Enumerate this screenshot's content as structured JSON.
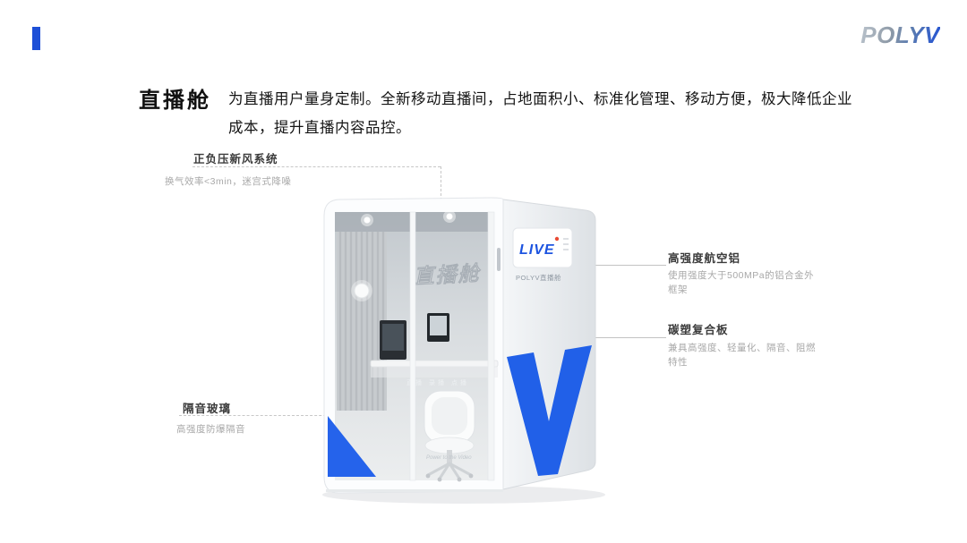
{
  "brand": {
    "logo_text": "POLYV",
    "accent_color": "#1d4fd7"
  },
  "header": {
    "title": "直播舱",
    "description": "为直播用户量身定制。全新移动直播间，占地面积小、标准化管理、移动方便，极大降低企业成本，提升直播内容品控。"
  },
  "callouts": {
    "ventilation": {
      "title": "正负压新风系统",
      "desc": "换气效率<3min，迷宫式降噪"
    },
    "aluminum": {
      "title": "高强度航空铝",
      "desc": "使用强度大于500MPa的铝合金外框架"
    },
    "composite": {
      "title": "碳塑复合板",
      "desc": "兼具高强度、轻量化、隔音、阻燃特性"
    },
    "glass": {
      "title": "隔音玻璃",
      "desc": "高强度防爆隔音"
    }
  },
  "pod": {
    "live_label": "LIVE",
    "side_brand": "POLYV直播舱",
    "glass_brand": "直播舱",
    "glass_menu": "直播  录播  点播",
    "floor_script": "Power to the Video",
    "check_color": "#2160e8"
  }
}
